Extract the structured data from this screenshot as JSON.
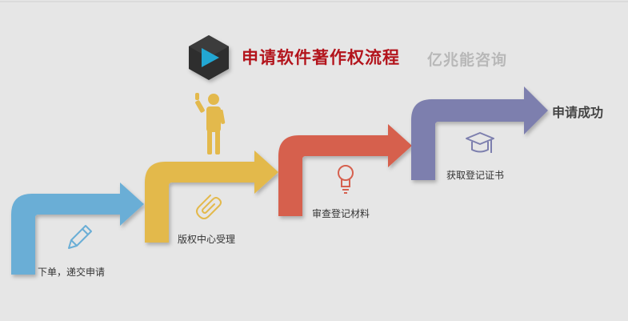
{
  "header": {
    "title": "申请软件著作权流程",
    "brand": "亿兆能咨询"
  },
  "steps": [
    {
      "label": "下单，递交申请",
      "color": "#6aaed6",
      "icon": "pencil-icon"
    },
    {
      "label": "版权中心受理",
      "color": "#e3b94c",
      "icon": "paperclip-icon"
    },
    {
      "label": "审查登记材料",
      "color": "#d6604e",
      "icon": "lightbulb-icon"
    },
    {
      "label": "获取登记证书",
      "color": "#7d7fae",
      "icon": "graduation-cap-icon"
    }
  ],
  "final": {
    "label": "申请成功"
  },
  "figure_icon": "person-thumbs-up-icon",
  "logo_icon": "play-logo-icon"
}
